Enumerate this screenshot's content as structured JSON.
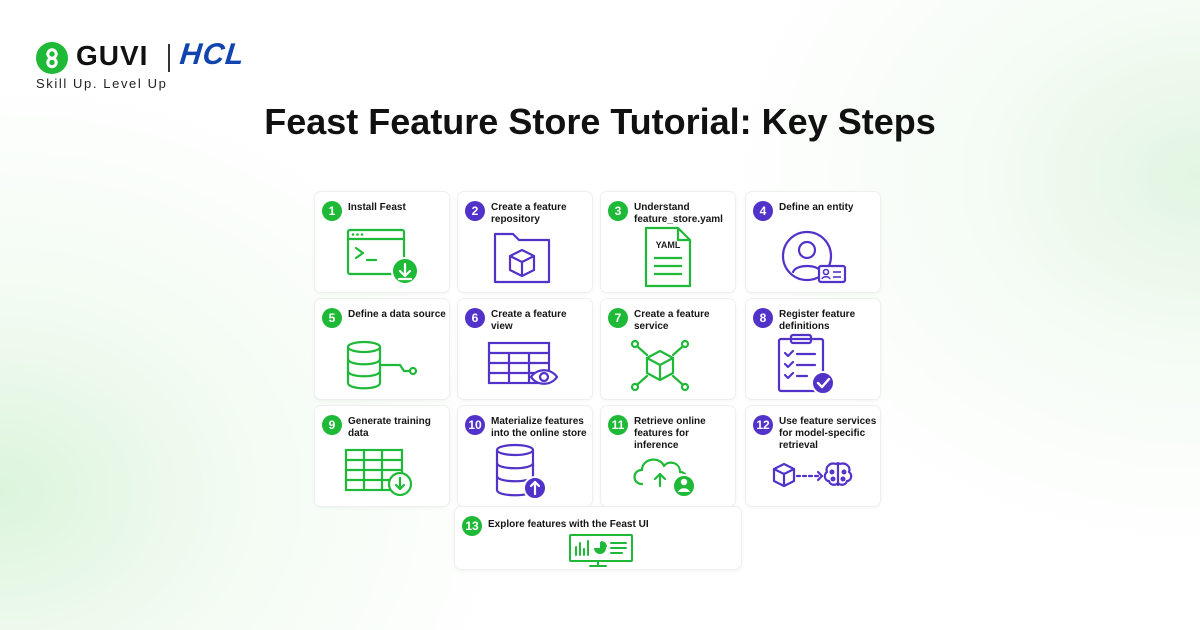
{
  "brand": {
    "name": "GUVI",
    "partner": "HCL",
    "tagline": "Skill Up. Level Up",
    "green": "#1fb938",
    "blue": "#1244b0"
  },
  "title": "Feast Feature Store Tutorial: Key Steps",
  "colors": {
    "step_green": "#1fb938",
    "step_purple": "#5232c9"
  },
  "steps": [
    {
      "number": "1",
      "label": "Install Feast",
      "icon": "terminal-download-icon"
    },
    {
      "number": "2",
      "label": "Create a feature repository",
      "icon": "folder-cube-icon"
    },
    {
      "number": "3",
      "label": "Understand feature_store.yaml",
      "icon": "yaml-file-icon",
      "icon_text": "YAML"
    },
    {
      "number": "4",
      "label": "Define an entity",
      "icon": "user-id-card-icon"
    },
    {
      "number": "5",
      "label": "Define a data source",
      "icon": "database-connector-icon"
    },
    {
      "number": "6",
      "label": "Create a feature view",
      "icon": "table-eye-icon"
    },
    {
      "number": "7",
      "label": "Create a feature service",
      "icon": "cube-network-icon"
    },
    {
      "number": "8",
      "label": "Register feature definitions",
      "icon": "clipboard-check-icon"
    },
    {
      "number": "9",
      "label": "Generate training data",
      "icon": "table-download-icon"
    },
    {
      "number": "10",
      "label": "Materialize features into the online store",
      "icon": "database-upload-icon"
    },
    {
      "number": "11",
      "label": "Retrieve online features for inference",
      "icon": "cloud-user-icon"
    },
    {
      "number": "12",
      "label": "Use feature services for model-specific retrieval",
      "icon": "cube-to-brain-icon"
    },
    {
      "number": "13",
      "label": "Explore features with the Feast UI",
      "icon": "dashboard-monitor-icon"
    }
  ]
}
